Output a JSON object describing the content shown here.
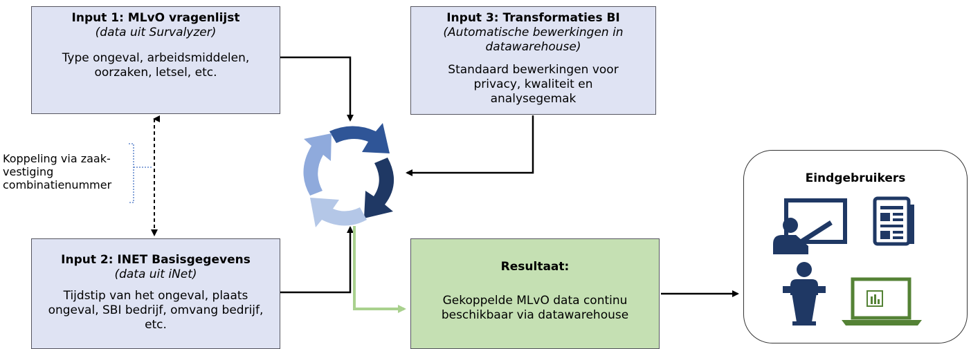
{
  "input1": {
    "title": "Input 1: MLvO vragenlijst",
    "subtitle": "(data uit Survalyzer)",
    "body": "Type ongeval, arbeidsmiddelen, oorzaken, letsel, etc."
  },
  "input2": {
    "title": "Input 2: INET Basisgegevens",
    "subtitle": "(data uit iNet)",
    "body": "Tijdstip van het ongeval, plaats ongeval, SBI bedrijf, omvang bedrijf, etc."
  },
  "input3": {
    "title": "Input 3: Transformaties BI",
    "subtitle": "(Automatische bewerkingen in datawarehouse)",
    "body": "Standaard bewerkingen voor privacy, kwaliteit en analysegemak"
  },
  "koppeling": {
    "line1": "Koppeling via zaak-",
    "line2": "vestiging",
    "line3": "combinatienummer"
  },
  "resultaat": {
    "title": "Resultaat:",
    "body": "Gekoppelde MLvO data continu beschikbaar via datawarehouse"
  },
  "eindgebruikers": {
    "title": "Eindgebruikers",
    "icons": [
      "presentation-icon",
      "newspaper-icon",
      "speaker-podium-icon",
      "laptop-chart-icon"
    ]
  },
  "colors": {
    "input_fill": "#dfe3f3",
    "result_fill": "#c5e0b3",
    "icon_navy": "#1f3864",
    "icon_green": "#548235",
    "cycle_colors": [
      "#2f5597",
      "#1f3864",
      "#b4c7e7",
      "#8faadc"
    ]
  }
}
